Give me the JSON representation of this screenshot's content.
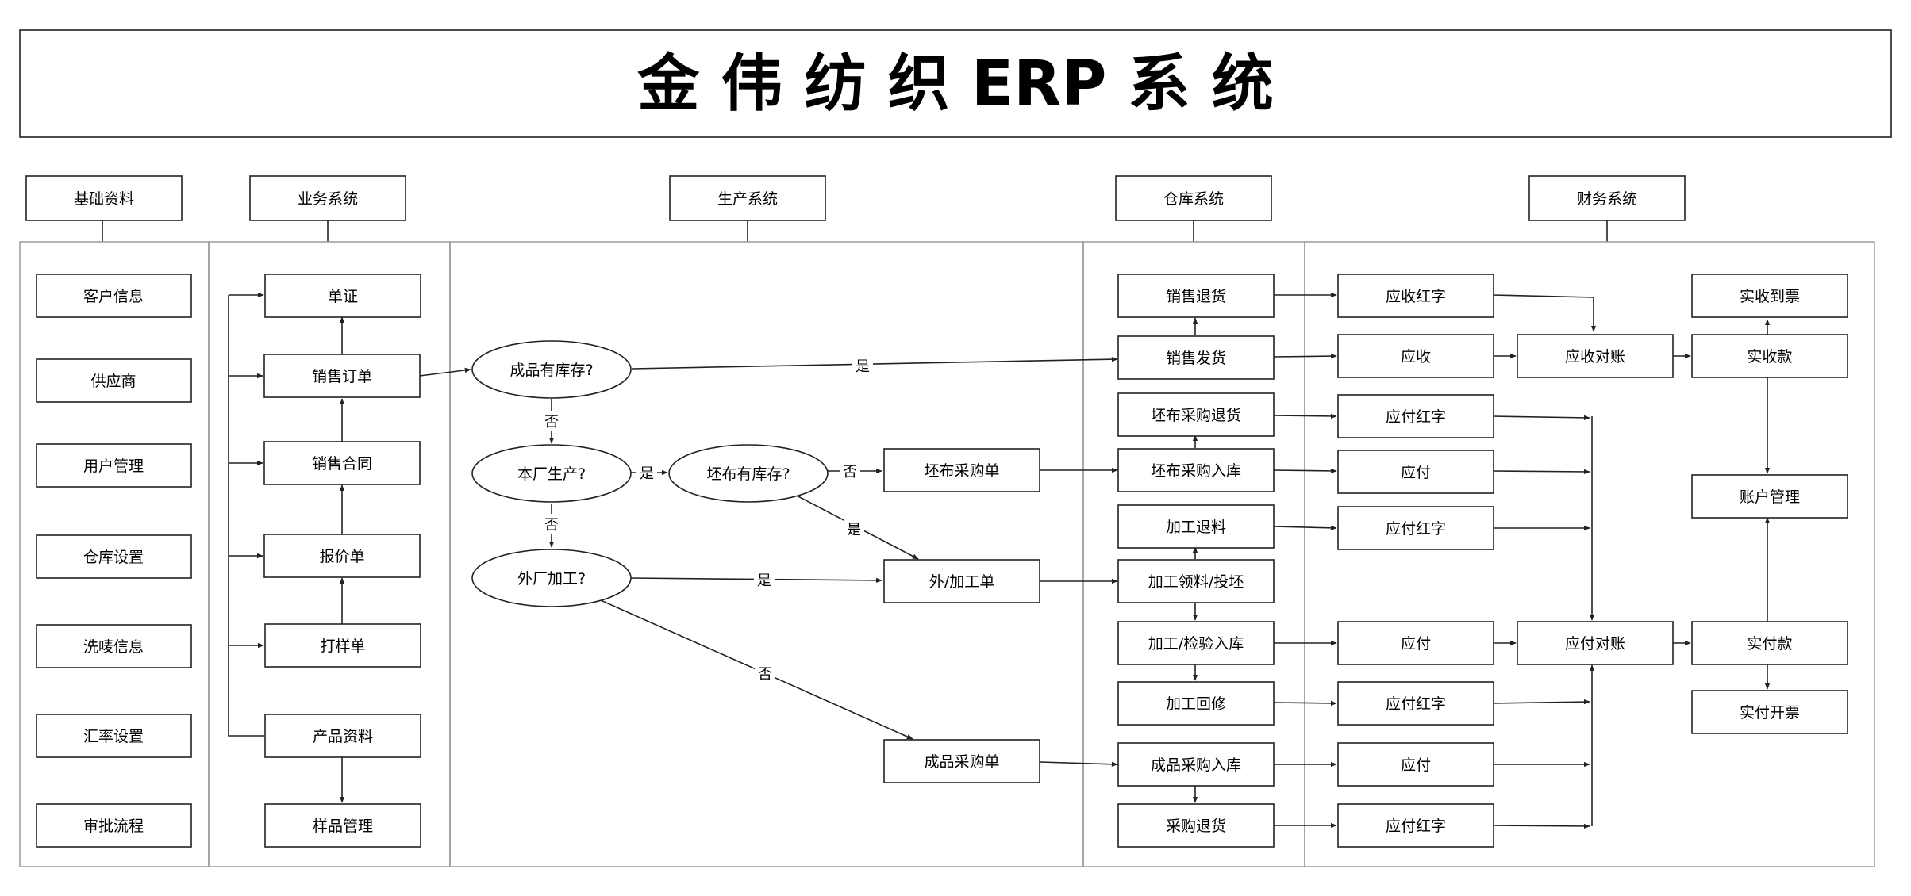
{
  "title": "金 伟 纺 织 ERP 系 统",
  "categories": {
    "basic": "基础资料",
    "business": "业务系统",
    "production": "生产系统",
    "warehouse": "仓库系统",
    "finance": "财务系统"
  },
  "basic_items": [
    "客户信息",
    "供应商",
    "用户管理",
    "仓库设置",
    "洗唛信息",
    "汇率设置",
    "审批流程"
  ],
  "business_items": {
    "voucher": "单证",
    "sales_order": "销售订单",
    "sales_contract": "销售合同",
    "quotation": "报价单",
    "sample_order": "打样单",
    "product_info": "产品资料",
    "sample_mgmt": "样品管理"
  },
  "production": {
    "q_finished_stock": "成品有库存?",
    "q_own_production": "本厂生产?",
    "q_grey_stock": "坯布有库存?",
    "q_outsourced": "外厂加工?",
    "grey_purchase_order": "坯布采购单",
    "outsourcing_order": "外/加工单",
    "finished_purchase_order": "成品采购单"
  },
  "warehouse_items": {
    "sales_return": "销售退货",
    "sales_delivery": "销售发货",
    "grey_purchase_return": "坯布采购退货",
    "grey_purchase_in": "坯布采购入库",
    "processing_return": "加工退料",
    "processing_issue": "加工领料/投坯",
    "processing_inspect_in": "加工/检验入库",
    "processing_repair": "加工回修",
    "finished_purchase_in": "成品采购入库",
    "purchase_return": "采购退货"
  },
  "finance_items": {
    "ar_red": "应收红字",
    "ar": "应收",
    "ar_reconcile": "应收对账",
    "ap_red_1": "应付红字",
    "ap_1": "应付",
    "ap_red_2": "应付红字",
    "ap_2": "应付",
    "ap_reconcile": "应付对账",
    "ap_red_3": "应付红字",
    "ap_3": "应付",
    "ap_red_4": "应付红字",
    "received_invoice": "实收到票",
    "received_payment": "实收款",
    "account_mgmt": "账户管理",
    "actual_payment": "实付款",
    "payment_invoice": "实付开票"
  },
  "edge_labels": {
    "yes": "是",
    "no": "否"
  }
}
